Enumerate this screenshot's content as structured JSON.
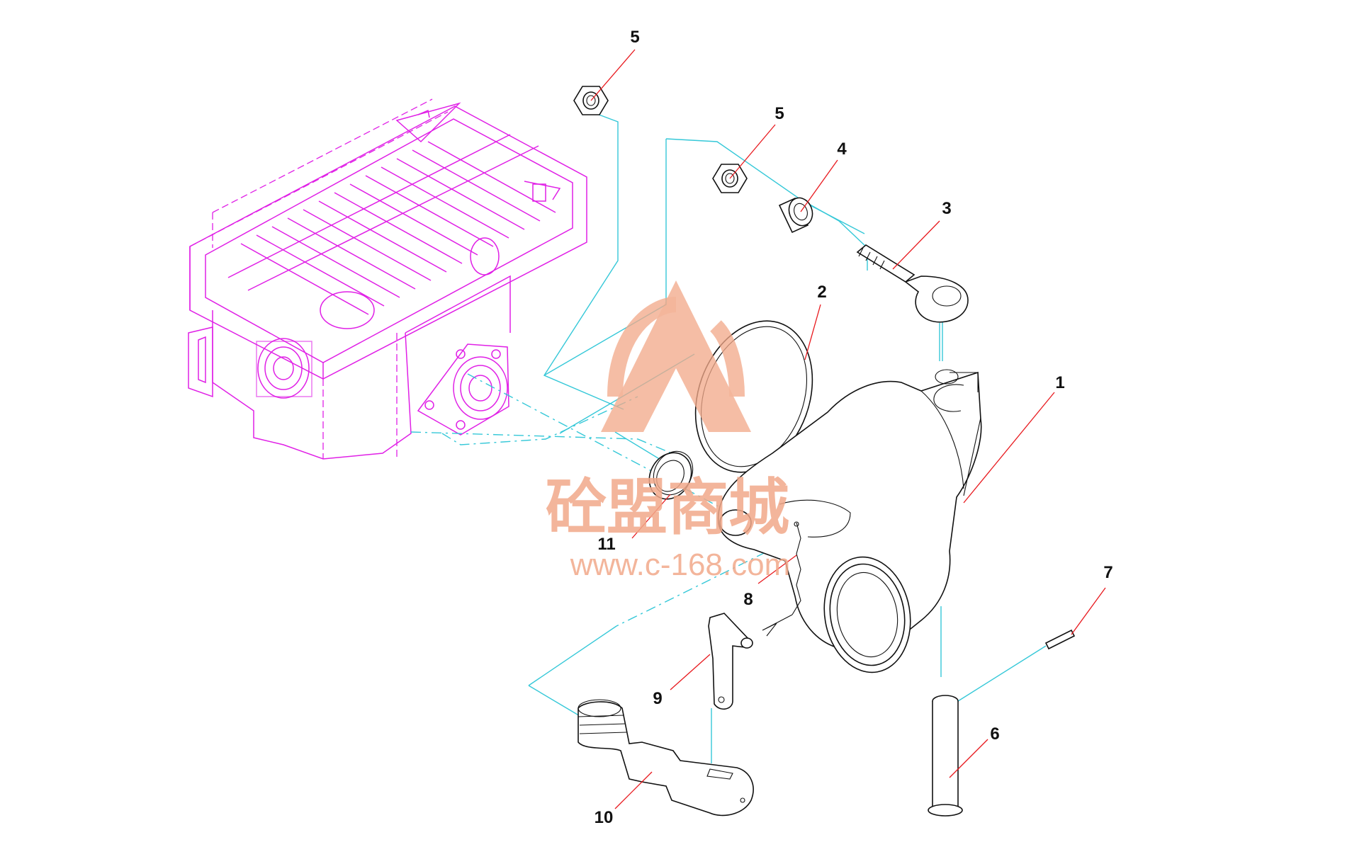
{
  "callouts": [
    {
      "id": "c5a",
      "label": "5"
    },
    {
      "id": "c5b",
      "label": "5"
    },
    {
      "id": "c4",
      "label": "4"
    },
    {
      "id": "c3",
      "label": "3"
    },
    {
      "id": "c2",
      "label": "2"
    },
    {
      "id": "c1",
      "label": "1"
    },
    {
      "id": "c11",
      "label": "11"
    },
    {
      "id": "c8",
      "label": "8"
    },
    {
      "id": "c7",
      "label": "7"
    },
    {
      "id": "c9",
      "label": "9"
    },
    {
      "id": "c6",
      "label": "6"
    },
    {
      "id": "c10",
      "label": "10"
    }
  ],
  "watermark": {
    "text": "砼盟商城",
    "url": "www.c-168.com"
  },
  "colors": {
    "leader": "#e8191e",
    "assembly_line": "#35c8d8",
    "hopper": "#e020e6",
    "watermark": "#f2a98a",
    "parts": "#111111"
  }
}
